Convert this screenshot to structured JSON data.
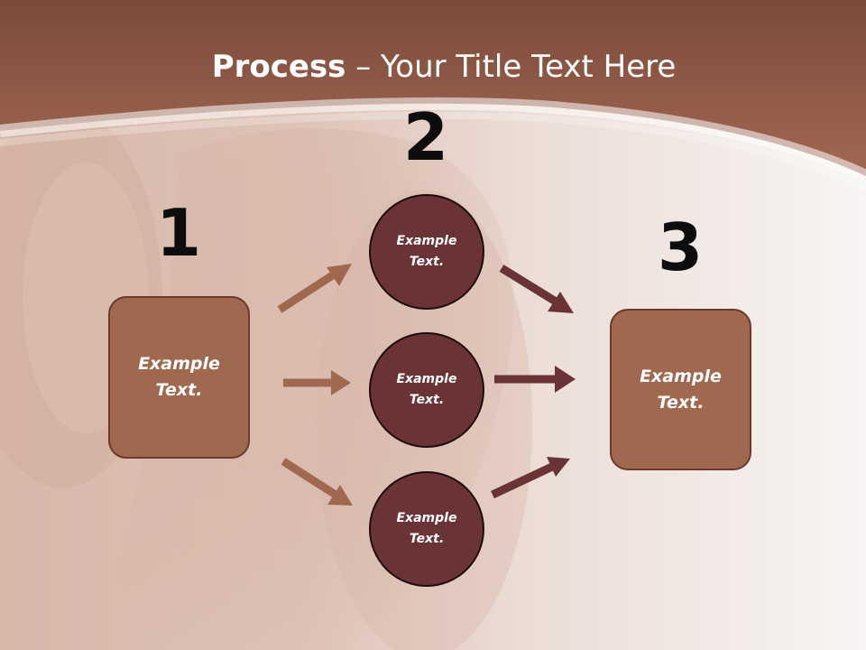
{
  "title": {
    "bold": "Process",
    "rest": " – Your Title Text Here"
  },
  "steps": [
    {
      "number": "1",
      "label": "Example Text."
    },
    {
      "number": "2",
      "labels": [
        "Example Text.",
        "Example Text.",
        "Example Text."
      ]
    },
    {
      "number": "3",
      "label": "Example Text."
    }
  ],
  "colors": {
    "header": "#8e5a45",
    "box_fill": "#a0694f",
    "box_border": "#6a3a2d",
    "circle_fill": "#6a3335",
    "circle_border": "#1e0c0c",
    "arrow_in": "#a0694f",
    "arrow_out": "#6a3335"
  }
}
